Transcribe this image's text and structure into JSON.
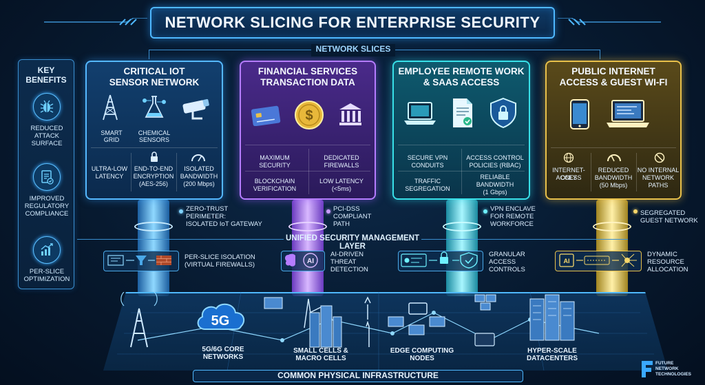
{
  "title": "NETWORK SLICING FOR ENTERPRISE SECURITY",
  "slices_label": "NETWORK SLICES",
  "sidebar": {
    "title_line1": "KEY",
    "title_line2": "BENEFITS",
    "items": [
      {
        "icon": "bug-icon",
        "label_line1": "REDUCED",
        "label_line2": "ATTACK",
        "label_line3": "SURFACE"
      },
      {
        "icon": "checklist-icon",
        "label_line1": "IMPROVED",
        "label_line2": "REGULATORY",
        "label_line3": "COMPLIANCE"
      },
      {
        "icon": "bar-chart-icon",
        "label_line1": "PER-SLICE",
        "label_line2": "OPTIMIZATION",
        "label_line3": ""
      }
    ]
  },
  "slices": {
    "iot": {
      "title_line1": "CRITICAL IOT",
      "title_line2": "SENSOR NETWORK",
      "icons": [
        "tower-icon",
        "flask-icon",
        "camera-icon"
      ],
      "icon_labels": [
        "SMART GRID",
        "CHEMICAL SENSORS",
        ""
      ],
      "features": [
        {
          "l1": "ULTRA-LOW",
          "l2": "LATENCY",
          "l3": ""
        },
        {
          "l1": "END-TO-END",
          "l2": "ENCRYPTION",
          "l3": "(AES-256)"
        },
        {
          "l1": "ISOLATED",
          "l2": "BANDWIDTH",
          "l3": "(200 Mbps)"
        }
      ],
      "note_line1": "ZERO-TRUST",
      "note_line2": "PERIMETER:",
      "note_line3": "ISOLATED IoT GATEWAY",
      "color": "#55b8ff"
    },
    "fin": {
      "title_line1": "FINANCIAL SERVICES",
      "title_line2": "TRANSACTION DATA",
      "icons": [
        "credit-card-icon",
        "coin-icon",
        "bank-icon"
      ],
      "features": [
        {
          "l1": "MAXIMUM",
          "l2": "SECURITY"
        },
        {
          "l1": "DEDICATED",
          "l2": "FIREWALLS"
        },
        {
          "l1": "BLOCKCHAIN",
          "l2": "VERIFICATION"
        },
        {
          "l1": "LOW LATENCY",
          "l2": "(<5ms)"
        }
      ],
      "note_line1": "PCI-DSS",
      "note_line2": "COMPLIANT",
      "note_line3": "PATH",
      "color": "#b57cff"
    },
    "emp": {
      "title_line1": "EMPLOYEE REMOTE WORK",
      "title_line2": "& SAAS ACCESS",
      "icons": [
        "laptop-icon",
        "document-icon",
        "shield-lock-icon"
      ],
      "features": [
        {
          "l1": "SECURE VPN",
          "l2": "CONDUITS",
          "l3": ""
        },
        {
          "l1": "ACCESS CONTROL",
          "l2": "POLICIES (RBAC)",
          "l3": ""
        },
        {
          "l1": "TRAFFIC",
          "l2": "SEGREGATION",
          "l3": ""
        },
        {
          "l1": "RELIABLE",
          "l2": "BANDWIDTH",
          "l3": "(1 Gbps)"
        }
      ],
      "note_line1": "VPN ENCLAVE",
      "note_line2": "FOR REMOTE",
      "note_line3": "WORKFORCE",
      "color": "#38e0e8"
    },
    "pub": {
      "title_line1": "PUBLIC INTERNET",
      "title_line2": "ACCESS & GUEST WI-FI",
      "icons": [
        "smartphone-icon",
        "laptop-icon"
      ],
      "features": [
        {
          "l1": "INTERNET-ONLY",
          "l2": "ACCESS",
          "l3": ""
        },
        {
          "l1": "REDUCED",
          "l2": "BANDWIDTH",
          "l3": "(50 Mbps)"
        },
        {
          "l1": "NO INTERNAL",
          "l2": "NETWORK",
          "l3": "PATHS"
        }
      ],
      "note_line1": "SEGREGATED",
      "note_line2": "GUEST NETWORK",
      "note_line3": "",
      "color": "#e8c04a"
    }
  },
  "unified_layer": {
    "label": "UNIFIED SECURITY MANAGEMENT LAYER",
    "items": [
      {
        "l1": "PER-SLICE ISOLATION",
        "l2": "(VIRTUAL FIREWALLS)",
        "l3": ""
      },
      {
        "l1": "AI-DRIVEN",
        "l2": "THREAT",
        "l3": "DETECTION",
        "badge": "AI"
      },
      {
        "l1": "GRANULAR",
        "l2": "ACCESS",
        "l3": "CONTROLS"
      },
      {
        "l1": "DYNAMIC",
        "l2": "RESOURCE",
        "l3": "ALLOCATION",
        "badge": "AI"
      }
    ]
  },
  "infrastructure": {
    "footer": "COMMON PHYSICAL INFRASTRUCTURE",
    "cloud_label": "5G",
    "items": [
      {
        "l1": "5G/6G CORE",
        "l2": "NETWORKS"
      },
      {
        "l1": "SMALL CELLS &",
        "l2": "MACRO CELLS"
      },
      {
        "l1": "EDGE COMPUTING",
        "l2": "NODES"
      },
      {
        "l1": "HYPER-SCALE",
        "l2": "DATACENTERS"
      }
    ]
  },
  "brand": {
    "l1": "FUTURE",
    "l2": "NETWORK",
    "l3": "TECHNOLOGIES"
  }
}
